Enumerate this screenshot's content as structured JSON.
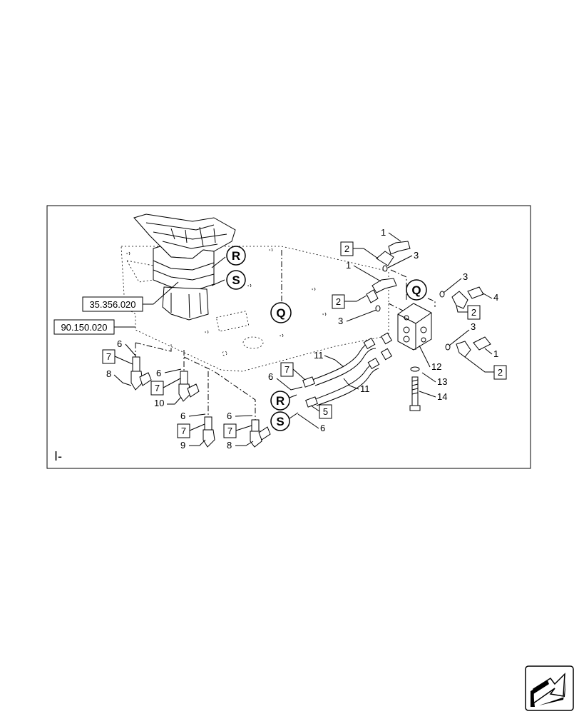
{
  "frame_label": "I-",
  "reference_boxes": [
    "35.356.020",
    "90.150.020"
  ],
  "circle_markers": [
    "Q",
    "R",
    "S"
  ],
  "boxed_callouts": [
    "2",
    "2",
    "2",
    "2",
    "7",
    "7",
    "7",
    "7",
    "7",
    "5"
  ],
  "callouts": [
    "1",
    "1",
    "1",
    "3",
    "3",
    "3",
    "3",
    "4",
    "6",
    "6",
    "6",
    "6",
    "6",
    "6",
    "8",
    "8",
    "9",
    "10",
    "11",
    "11",
    "12",
    "13",
    "14"
  ],
  "nav_icon": "next-page-arrow-icon"
}
